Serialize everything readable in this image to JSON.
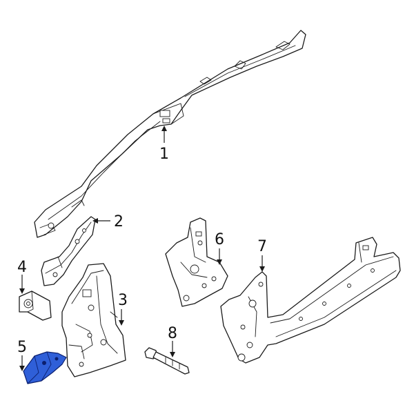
{
  "diagram": {
    "callouts": [
      {
        "id": "1",
        "label": "1"
      },
      {
        "id": "2",
        "label": "2"
      },
      {
        "id": "3",
        "label": "3"
      },
      {
        "id": "4",
        "label": "4"
      },
      {
        "id": "5",
        "label": "5"
      },
      {
        "id": "6",
        "label": "6"
      },
      {
        "id": "7",
        "label": "7"
      },
      {
        "id": "8",
        "label": "8"
      }
    ],
    "highlight_color": "#2f5fd8",
    "highlighted_part": "5"
  }
}
